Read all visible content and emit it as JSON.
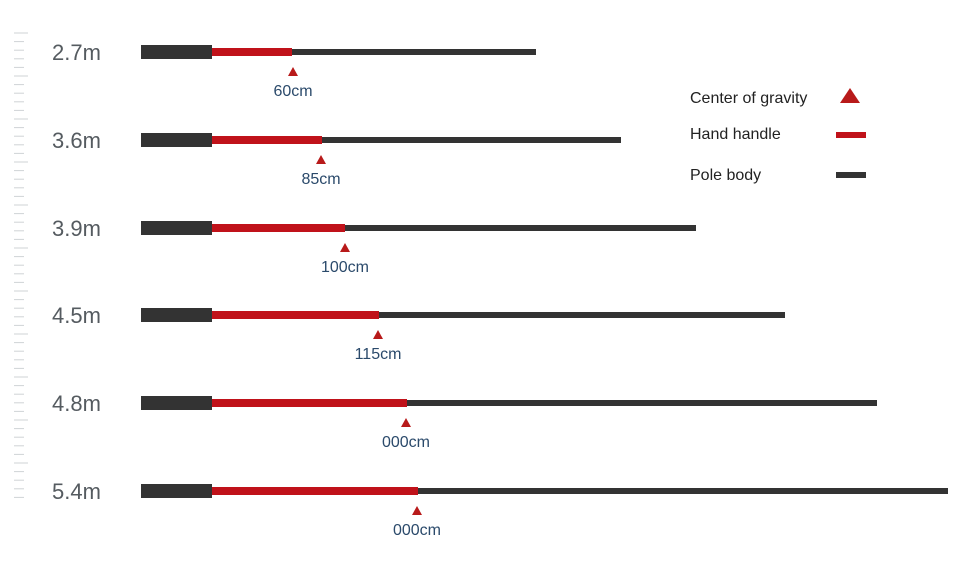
{
  "colors": {
    "butt": "#333333",
    "handle": "#c0121a",
    "body": "#333333",
    "gravity": "#b81a1a",
    "ruler": "#cfd3d6"
  },
  "legend": {
    "items": [
      {
        "label": "Center of gravity",
        "icon": "triangle"
      },
      {
        "label": "Hand handle",
        "icon": "red-bar"
      },
      {
        "label": "Pole body",
        "icon": "black-bar"
      }
    ]
  },
  "poles": [
    {
      "length": "2.7m",
      "gravity_label": "60cm"
    },
    {
      "length": "3.6m",
      "gravity_label": "85cm"
    },
    {
      "length": "3.9m",
      "gravity_label": "100cm"
    },
    {
      "length": "4.5m",
      "gravity_label": "115cm"
    },
    {
      "length": "4.8m",
      "gravity_label": "000cm"
    },
    {
      "length": "5.4m",
      "gravity_label": "000cm"
    }
  ]
}
